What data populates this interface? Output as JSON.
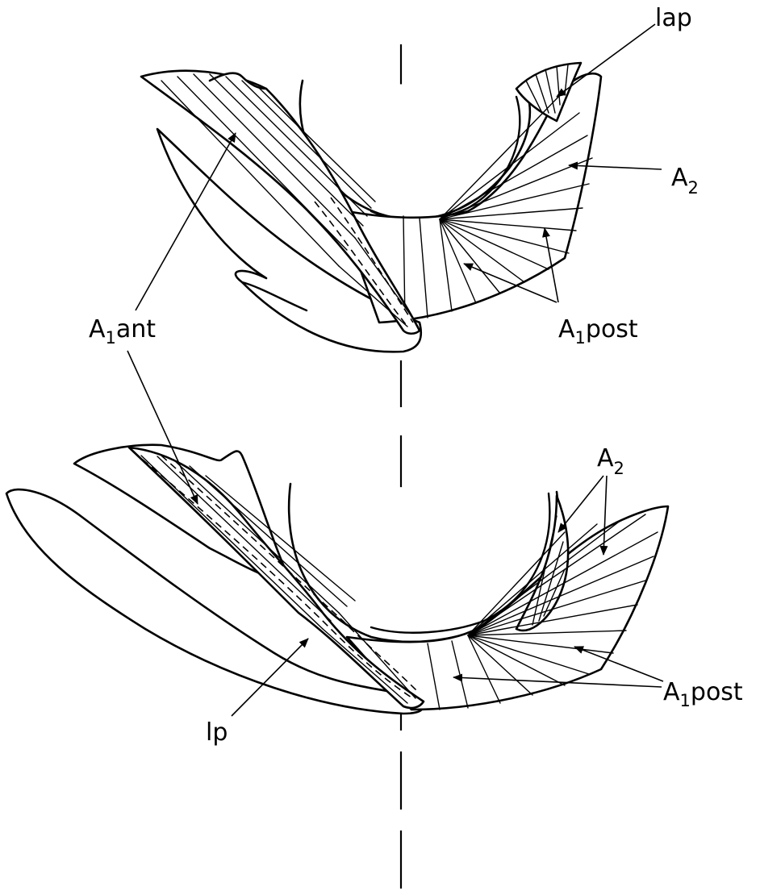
{
  "labels": {
    "lap": "lap",
    "a1_ant": {
      "main": "A",
      "sub": "1",
      "suffix": "ant"
    },
    "a2_top": {
      "main": "A",
      "sub": "2"
    },
    "a1_post_top": {
      "main": "A",
      "sub": "1",
      "suffix": "post"
    },
    "a2_bottom": {
      "main": "A",
      "sub": "2"
    },
    "a1_post_bottom": {
      "main": "A",
      "sub": "1",
      "suffix": "post"
    },
    "lp": "lp"
  }
}
